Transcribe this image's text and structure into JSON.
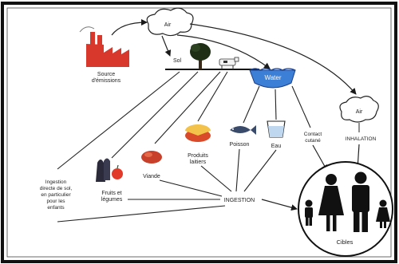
{
  "labels": {
    "source": [
      "Source",
      "d'émissions"
    ],
    "air_top": "Air",
    "sol": "Sol",
    "water": "Water",
    "air_right": "Air",
    "inhalation": "INHALATION",
    "contact": [
      "Contact",
      "cutané"
    ],
    "eau": "Eau",
    "poisson": "Poisson",
    "produits": [
      "Produits",
      "laitiers"
    ],
    "viande": "Viande",
    "fruits": [
      "Fruits et",
      "légumes"
    ],
    "ingestion_sol": [
      "Ingestion",
      "directe de sol,",
      "en particulier",
      "pour les",
      "enfants"
    ],
    "ingestion": "INGESTION",
    "cibles": "Cibles"
  },
  "colors": {
    "factory": "#d8382c",
    "water": "#3c7fd6",
    "meat": "#c8402a",
    "cheese": "#d94a2a",
    "fruit": "#e23a2a",
    "ink": "#1a1a1a"
  }
}
